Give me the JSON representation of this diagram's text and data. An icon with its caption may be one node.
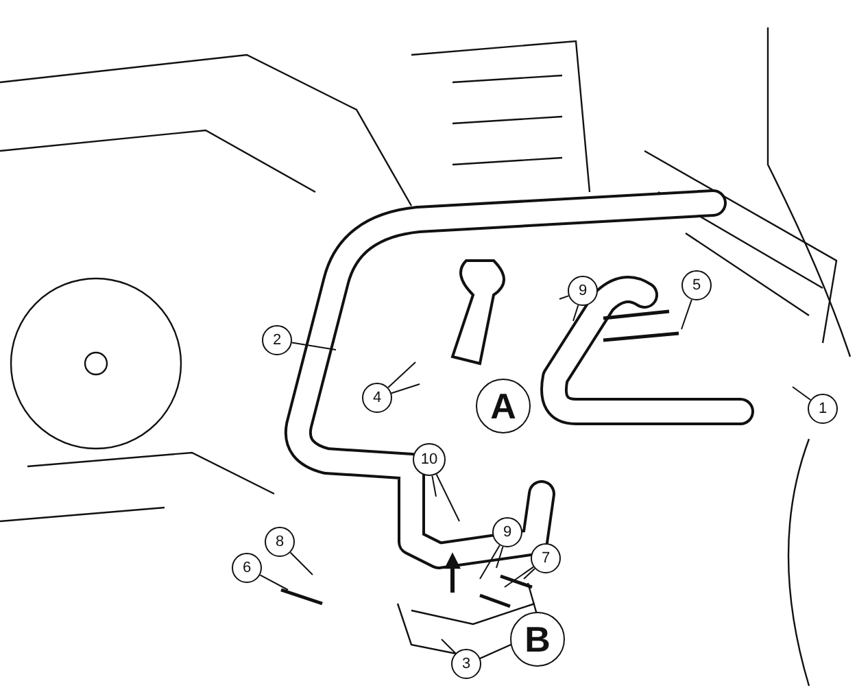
{
  "diagram": {
    "nodes": [
      {
        "text": [
          "9"
        ]
      },
      {
        "text": [
          "5"
        ]
      },
      {
        "text": [
          "2"
        ]
      },
      {
        "text": [
          "1"
        ]
      },
      {
        "text": [
          "4"
        ]
      },
      {
        "text": [
          "10"
        ]
      },
      {
        "text": [
          "9"
        ]
      },
      {
        "text": [
          "8"
        ]
      },
      {
        "text": [
          "7"
        ]
      },
      {
        "text": [
          "6"
        ]
      },
      {
        "text": [
          "3"
        ]
      }
    ],
    "edges": [
      {
        "from": 0,
        "to": null,
        "arrow": "none"
      },
      {
        "from": 0,
        "to": null,
        "arrow": "none"
      },
      {
        "from": 1,
        "to": null,
        "arrow": "none"
      },
      {
        "from": 2,
        "to": null,
        "arrow": "none"
      },
      {
        "from": 3,
        "to": null,
        "arrow": "none"
      },
      {
        "from": 4,
        "to": null,
        "arrow": "none"
      },
      {
        "from": 4,
        "to": null,
        "arrow": "none"
      },
      {
        "from": 5,
        "to": null,
        "arrow": "none"
      },
      {
        "from": 5,
        "to": null,
        "arrow": "none"
      },
      {
        "from": 6,
        "to": null,
        "arrow": "none"
      },
      {
        "from": 6,
        "to": null,
        "arrow": "none"
      },
      {
        "from": 7,
        "to": null,
        "arrow": "none"
      },
      {
        "from": 8,
        "to": null,
        "arrow": "none"
      },
      {
        "from": 8,
        "to": null,
        "arrow": "none"
      },
      {
        "from": 9,
        "to": null,
        "arrow": "none"
      },
      {
        "from": 10,
        "to": null,
        "arrow": "none"
      }
    ],
    "labels": [
      "A",
      "B"
    ]
  }
}
